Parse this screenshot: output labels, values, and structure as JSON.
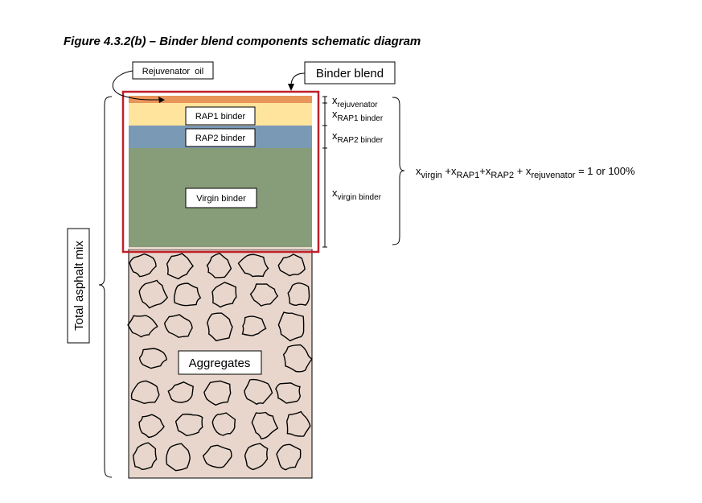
{
  "title": "Figure 4.3.2(b) – Binder blend components schematic diagram",
  "labels": {
    "rejuvenator_oil": "Rejuvenator  oil",
    "binder_blend": "Binder blend",
    "rap1_binder": "RAP1 binder",
    "rap2_binder": "RAP2 binder",
    "virgin_binder": "Virgin binder",
    "aggregates": "Aggregates",
    "total_asphalt_mix": "Total asphalt mix"
  },
  "fractions": {
    "rejuvenator": {
      "x": "x",
      "sub": "rejuvenator"
    },
    "rap1": {
      "x": "x",
      "sub": "RAP1 binder"
    },
    "rap2": {
      "x": "x",
      "sub": "RAP2 binder"
    },
    "virgin": {
      "x": "x",
      "sub": "virgin binder"
    }
  },
  "equation": {
    "p1": "x",
    "s1": "virgin",
    "p2": " +x",
    "s2": "RAP1",
    "p3": "+x",
    "s3": "RAP2",
    "p4": " + x",
    "s4": "rejuvenator",
    "rhs": " = 1 or 100%"
  },
  "colors": {
    "rejuvenator_layer": "#E8955A",
    "rap1_layer": "#FFE49E",
    "rap2_layer": "#7A99B5",
    "virgin_layer": "#879C78",
    "aggregate_bg": "#E8D6CC",
    "binder_blend_outline": "#C0202A"
  }
}
